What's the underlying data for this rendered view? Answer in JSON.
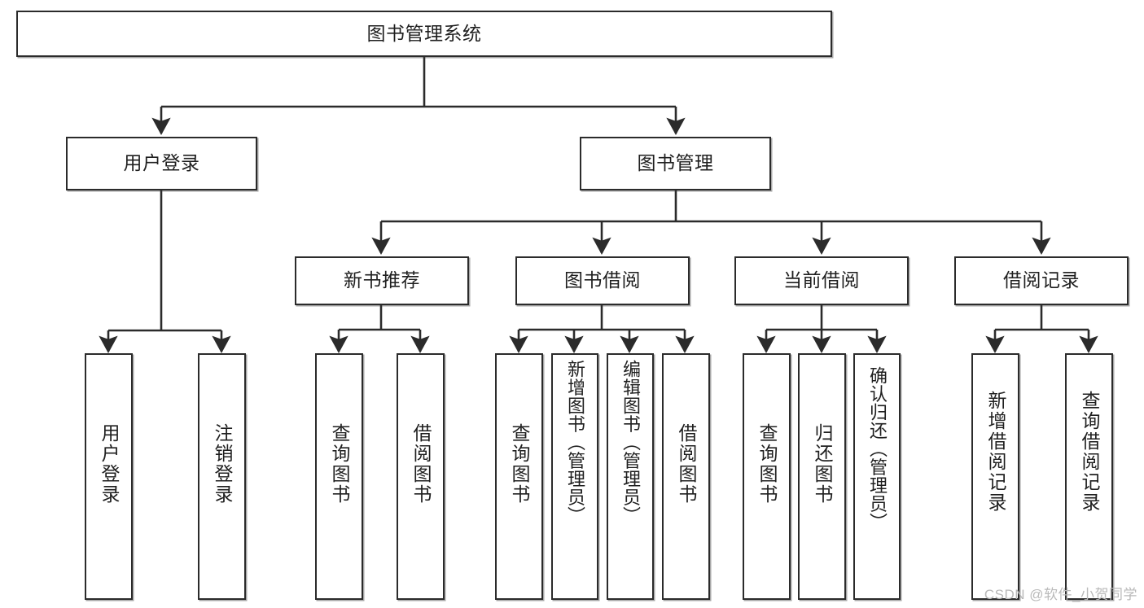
{
  "diagram": {
    "title": "图书管理系统",
    "type": "tree-hierarchy-chart",
    "line_color": "#2b2b2b",
    "box_fill": "#ffffff",
    "text_color": "#1f1f1f"
  },
  "nodes": {
    "root": {
      "label": "图书管理系统"
    },
    "level2": [
      {
        "label": "用户登录"
      },
      {
        "label": "图书管理"
      }
    ],
    "level3": [
      {
        "label": "新书推荐"
      },
      {
        "label": "图书借阅"
      },
      {
        "label": "当前借阅"
      },
      {
        "label": "借阅记录"
      }
    ],
    "leaves": {
      "user_login": [
        {
          "label": "用户登录"
        },
        {
          "label": "注销登录"
        }
      ],
      "new_book_recommend": [
        {
          "label": "查询图书"
        },
        {
          "label": "借阅图书"
        }
      ],
      "book_borrow": [
        {
          "label": "查询图书"
        },
        {
          "label": "新增图书（管理员）"
        },
        {
          "label": "编辑图书（管理员）"
        },
        {
          "label": "借阅图书"
        }
      ],
      "current_borrow": [
        {
          "label": "查询图书"
        },
        {
          "label": "归还图书"
        },
        {
          "label": "确认归还（管理员）"
        }
      ],
      "borrow_record": [
        {
          "label": "新增借阅记录"
        },
        {
          "label": "查询借阅记录"
        }
      ]
    }
  },
  "watermark": {
    "text": "CSDN @软件_小贺同学"
  }
}
